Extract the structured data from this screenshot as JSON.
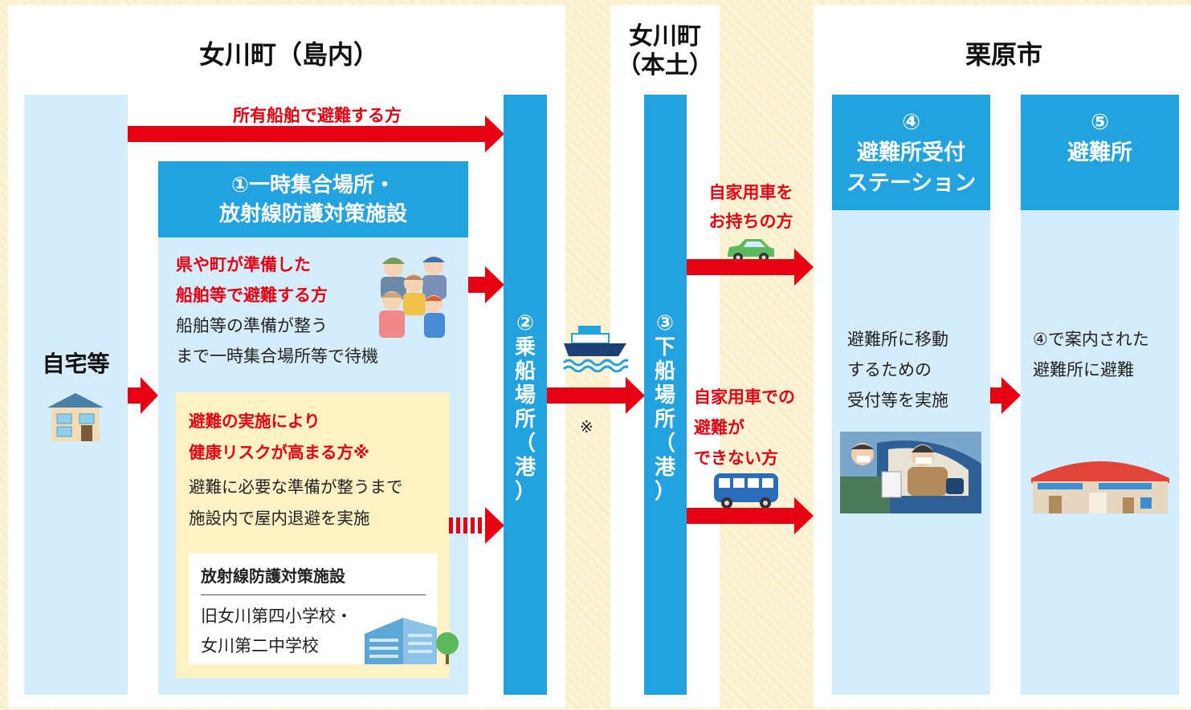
{
  "regions": {
    "onagawa_island": "女川町（島内）",
    "onagawa_mainland_1": "女川町",
    "onagawa_mainland_2": "（本土）",
    "kurihara": "栗原市"
  },
  "home": {
    "label": "自宅等"
  },
  "routes": {
    "own_boat": "所有船舶で避難する方",
    "own_car_1": "自家用車を",
    "own_car_2": "お持ちの方",
    "no_car_1": "自家用車での",
    "no_car_2": "避難が",
    "no_car_3": "できない方",
    "note_mark": "※"
  },
  "assembly": {
    "header_1": "①一時集合場所・",
    "header_2": "放射線防護対策施設",
    "prepared_1": "県や町が準備した",
    "prepared_2": "船舶等で避難する方",
    "wait_1": "船舶等の準備が整う",
    "wait_2": "まで一時集合場所等で待機",
    "risk_1": "避難の実施により",
    "risk_2": "健康リスクが高まる方※",
    "shelter_1": "避難に必要な準備が整うまで",
    "shelter_2": "施設内で屋内退避を実施",
    "facility_title": "放射線防護対策施設",
    "facility_1": "旧女川第四小学校・",
    "facility_2": "女川第二中学校"
  },
  "ports": {
    "boarding_num": "②",
    "boarding": [
      "乗",
      "船",
      "場",
      "所",
      "（",
      "港",
      "）"
    ],
    "landing_num": "③",
    "landing": [
      "下",
      "船",
      "場",
      "所",
      "（",
      "港",
      "）"
    ]
  },
  "station": {
    "num": "④",
    "title_1": "避難所受付",
    "title_2": "ステーション",
    "desc_1": "避難所に移動",
    "desc_2": "するための",
    "desc_3": "受付等を実施"
  },
  "shelter": {
    "num": "⑤",
    "title": "避難所",
    "desc_1": "④で案内された",
    "desc_2": "避難所に避難"
  },
  "colors": {
    "red": "#e60012",
    "blue": "#22a2de",
    "light_blue": "#d5ecfa",
    "cream": "#fbf0cc",
    "pale_yellow": "#fff2c4"
  },
  "icons": [
    "house-icon",
    "people-icon",
    "school-building-icon",
    "ship-icon",
    "car-icon",
    "bus-icon",
    "reception-car-icon",
    "shelter-gym-icon"
  ]
}
